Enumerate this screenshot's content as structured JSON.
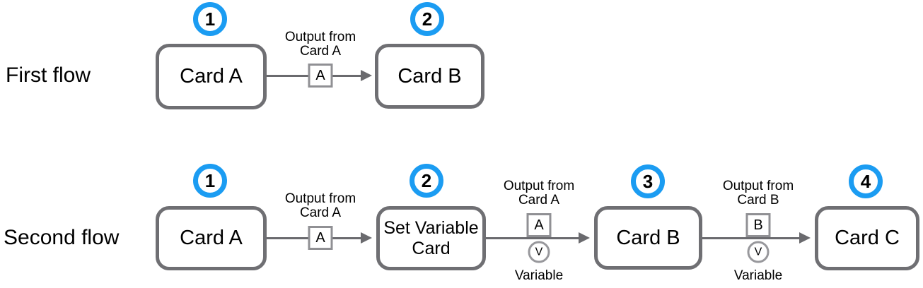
{
  "colors": {
    "badge_ring": "#1B9CF2",
    "card_border": "#6F6F73",
    "connector_line": "#6A6A6E",
    "port_border": "#909094",
    "variable_circle_border": "#98989C",
    "text": "#000000",
    "background": "#FFFFFF"
  },
  "flow1": {
    "label": "First flow",
    "card_a": {
      "badge": "1",
      "title": "Card A"
    },
    "card_b": {
      "badge": "2",
      "title": "Card B"
    },
    "conn": {
      "caption_line1": "Output from",
      "caption_line2": "Card A",
      "port": "A"
    }
  },
  "flow2": {
    "label": "Second flow",
    "card_a": {
      "badge": "1",
      "title": "Card A"
    },
    "set_variable_card": {
      "badge": "2",
      "title_line1": "Set Variable",
      "title_line2": "Card"
    },
    "card_b": {
      "badge": "3",
      "title": "Card B"
    },
    "card_c": {
      "badge": "4",
      "title": "Card C"
    },
    "conn1": {
      "caption_line1": "Output from",
      "caption_line2": "Card A",
      "port": "A"
    },
    "conn2": {
      "caption_line1": "Output from",
      "caption_line2": "Card A",
      "port": "A",
      "variable_glyph": "V",
      "variable_label": "Variable"
    },
    "conn3": {
      "caption_line1": "Output from",
      "caption_line2": "Card B",
      "port": "B",
      "variable_glyph": "V",
      "variable_label": "Variable"
    }
  }
}
